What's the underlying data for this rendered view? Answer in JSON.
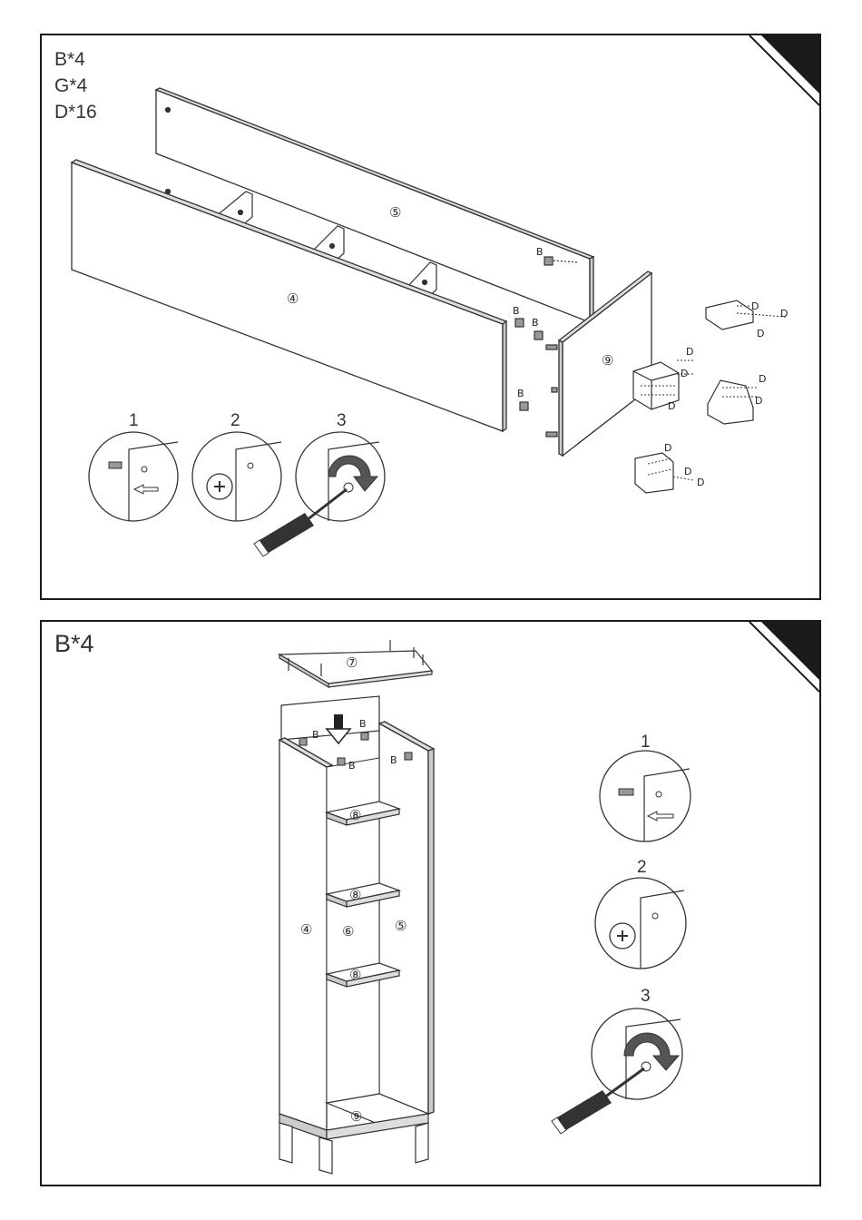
{
  "panel1": {
    "parts": [
      "B*4",
      "G*4",
      "D*16"
    ],
    "part_numbers": [
      "⑤",
      "④",
      "⑨"
    ],
    "steps": [
      "1",
      "2",
      "3"
    ],
    "screw_b": "B",
    "screw_d": "D"
  },
  "panel2": {
    "parts": [
      "B*4"
    ],
    "part_numbers": {
      "top": "⑦",
      "left": "④",
      "back": "⑥",
      "right": "⑤",
      "shelf": "⑧",
      "bottom": "⑨"
    },
    "steps": [
      "1",
      "2",
      "3"
    ],
    "screw_b": "B"
  },
  "icons": [
    "corner-tab-icon",
    "cam-lock-icon",
    "screwdriver-icon",
    "rotate-arrow-icon",
    "down-arrow-icon",
    "insert-arrow-icon"
  ]
}
